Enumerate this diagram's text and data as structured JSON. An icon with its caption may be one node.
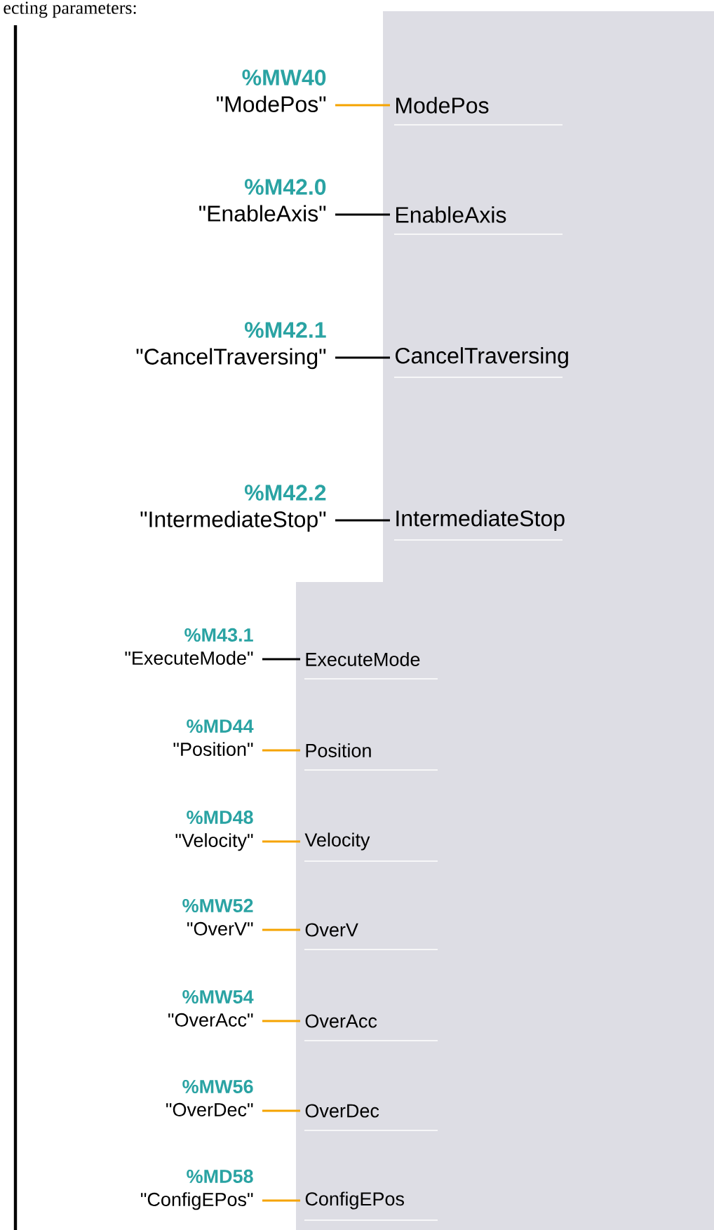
{
  "diagram": {
    "nodes": [
      {
        "text": [
          "%MW40",
          "\"ModePos\""
        ]
      },
      {
        "text": [
          "ModePos"
        ]
      },
      {
        "text": [
          "%M42.0",
          "\"EnableAxis\""
        ]
      },
      {
        "text": [
          "EnableAxis"
        ]
      },
      {
        "text": [
          "%M42.1",
          "\"CancelTraversing\""
        ]
      },
      {
        "text": [
          "CancelTraversing"
        ]
      },
      {
        "text": [
          "%M42.2",
          "\"IntermediateStop\""
        ]
      },
      {
        "text": [
          "IntermediateStop"
        ]
      },
      {
        "text": [
          "%M43.1",
          "\"ExecuteMode\""
        ]
      },
      {
        "text": [
          "ExecuteMode"
        ]
      },
      {
        "text": [
          "%MD44",
          "\"Position\""
        ]
      },
      {
        "text": [
          "Position"
        ]
      },
      {
        "text": [
          "%MD48",
          "\"Velocity\""
        ]
      },
      {
        "text": [
          "Velocity"
        ]
      },
      {
        "text": [
          "%MW52",
          "\"OverV\""
        ]
      },
      {
        "text": [
          "OverV"
        ]
      },
      {
        "text": [
          "%MW54",
          "\"OverAcc\""
        ]
      },
      {
        "text": [
          "OverAcc"
        ]
      },
      {
        "text": [
          "%MW56",
          "\"OverDec\""
        ]
      },
      {
        "text": [
          "OverDec"
        ]
      },
      {
        "text": [
          "%MD58",
          "\"ConfigEPos\""
        ]
      },
      {
        "text": [
          "ConfigEPos"
        ]
      }
    ],
    "edges": [
      {
        "from": 0,
        "to": 1,
        "arrow": "none"
      },
      {
        "from": 2,
        "to": 3,
        "arrow": "none",
        "color": "#000000"
      },
      {
        "from": 4,
        "to": 5,
        "arrow": "none",
        "color": "#000000"
      },
      {
        "from": 6,
        "to": 7,
        "arrow": "none",
        "color": "#000000"
      },
      {
        "from": 8,
        "to": 9,
        "arrow": "none",
        "color": "#000000"
      },
      {
        "from": 10,
        "to": 11,
        "arrow": "none"
      },
      {
        "from": 12,
        "to": 13,
        "arrow": "none"
      },
      {
        "from": 14,
        "to": 15,
        "arrow": "none"
      },
      {
        "from": 16,
        "to": 17,
        "arrow": "none"
      },
      {
        "from": 18,
        "to": 19,
        "arrow": "none"
      },
      {
        "from": 20,
        "to": 21,
        "arrow": "none"
      }
    ],
    "labels": [
      "ecting parameters:"
    ]
  }
}
